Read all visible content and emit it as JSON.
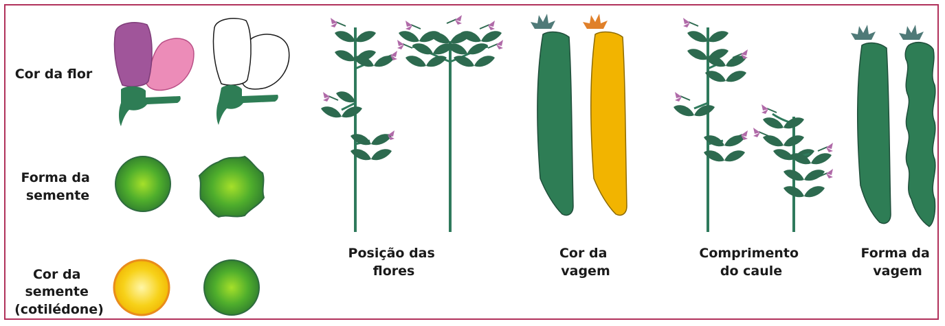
{
  "colors": {
    "frame": "#b0305a",
    "leaf": "#2d6a4f",
    "stem": "#2f7a5c",
    "green_pod": "#2e7d55",
    "yellow_pod": "#f2b400",
    "flower_bud": "#b06aa8",
    "purple_petal": "#a0559a",
    "pink_petal": "#ec8cb8",
    "seed_green": "#5cb82e",
    "seed_yellow": "#f7d21a",
    "text": "#1a1a1a"
  },
  "labels": {
    "flower_color": [
      "Cor da flor"
    ],
    "seed_shape": [
      "Forma da",
      "semente"
    ],
    "seed_color": [
      "Cor da",
      "semente",
      "(cotilédone)"
    ],
    "flower_position": [
      "Posição das",
      "flores"
    ],
    "pod_color": [
      "Cor da",
      "vagem"
    ],
    "stem_length": [
      "Comprimento",
      "do caule"
    ],
    "pod_shape": [
      "Forma da",
      "vagem"
    ]
  }
}
